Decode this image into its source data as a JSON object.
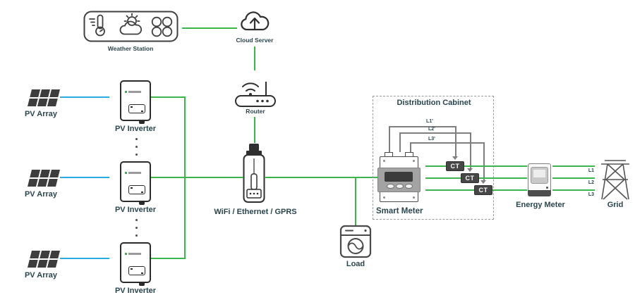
{
  "colors": {
    "green": "#3cb54a",
    "blue": "#29abe2",
    "label": "#2b454d",
    "wire": "#7f7f7f",
    "ct": "#474747",
    "meter": "#a3a3a3"
  },
  "labels": {
    "weather_station": "Weather Station",
    "cloud_server": "Cloud Server",
    "router": "Router",
    "gateway": "WiFi / Ethernet / GPRS",
    "load": "Load",
    "cabinet_title": "Distribution Cabinet",
    "smart_meter": "Smart Meter",
    "energy_meter": "Energy Meter",
    "grid": "Grid",
    "ct": "CT"
  },
  "pv_rows": [
    {
      "array": "PV Array",
      "inverter": "PV Inverter"
    },
    {
      "array": "PV Array",
      "inverter": "PV Inverter"
    },
    {
      "array": "PV Array",
      "inverter": "PV Inverter"
    }
  ],
  "ct_wire_labels": [
    "L1'",
    "L2'",
    "L3'"
  ],
  "phase_labels": [
    "L1",
    "L2",
    "L3"
  ]
}
